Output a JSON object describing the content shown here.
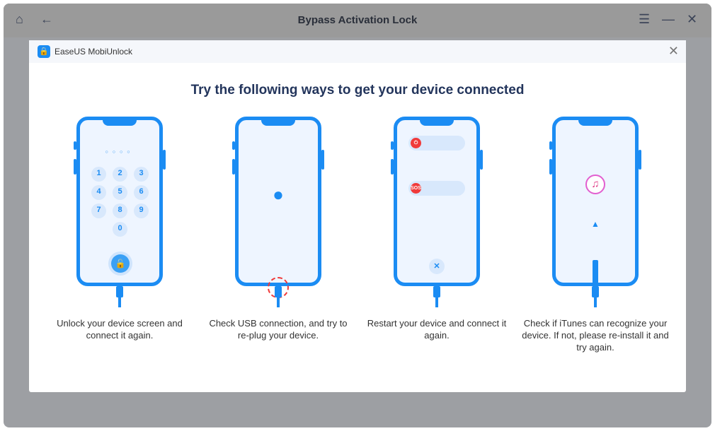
{
  "window": {
    "title": "Bypass Activation Lock"
  },
  "dialog": {
    "app_name": "EaseUS MobiUnlock",
    "heading": "Try the following ways to get your device connected"
  },
  "steps": [
    {
      "caption": "Unlock your device screen and connect it again."
    },
    {
      "caption": "Check USB connection, and try to re-plug your device."
    },
    {
      "caption": "Restart your device and connect it again."
    },
    {
      "caption": "Check if iTunes can recognize your device. If not, please re-install it and try again."
    }
  ],
  "keypad": [
    "1",
    "2",
    "3",
    "4",
    "5",
    "6",
    "7",
    "8",
    "9",
    "0"
  ],
  "sos_label": "SOS",
  "colors": {
    "accent": "#1b8cf3",
    "heading": "#23355c"
  }
}
